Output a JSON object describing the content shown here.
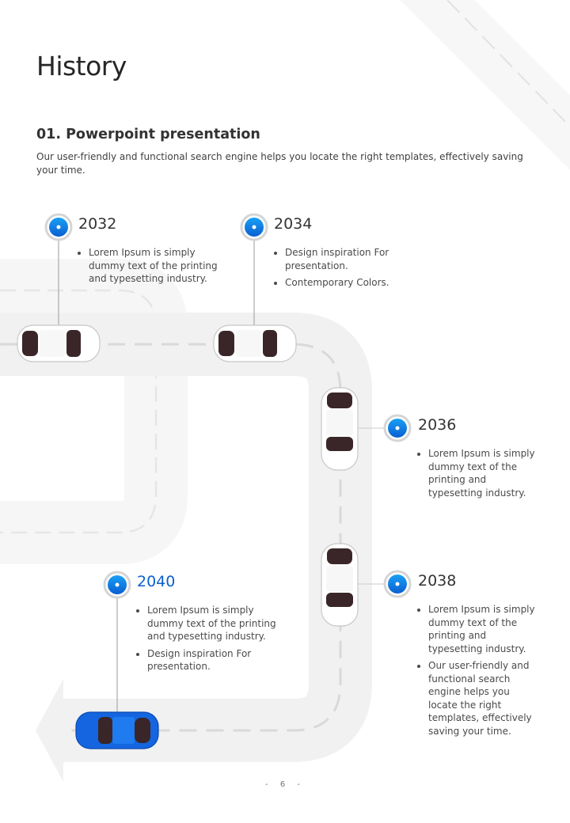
{
  "title": "History",
  "section": {
    "heading": "01. Powerpoint presentation",
    "description": "Our user-friendly and functional search engine helps you locate the right templates, effectively saving your time."
  },
  "accent_color": "#0a5fd1",
  "milestones": [
    {
      "year": "2032",
      "points": [
        "Lorem Ipsum is simply dummy text of the printing and typesetting industry."
      ]
    },
    {
      "year": "2034",
      "points": [
        "Design inspiration For presentation.",
        "Contemporary Colors."
      ]
    },
    {
      "year": "2036",
      "points": [
        "Lorem Ipsum is simply dummy text of the printing and typesetting industry."
      ]
    },
    {
      "year": "2038",
      "points": [
        "Lorem Ipsum is simply dummy text of the printing and typesetting industry.",
        "Our user-friendly and functional search engine helps you locate the right templates, effectively saving your time."
      ]
    },
    {
      "year": "2040",
      "points": [
        "Lorem Ipsum is simply dummy text of the printing and typesetting industry.",
        "Design inspiration For presentation."
      ]
    }
  ],
  "page_number": "- 6 -"
}
